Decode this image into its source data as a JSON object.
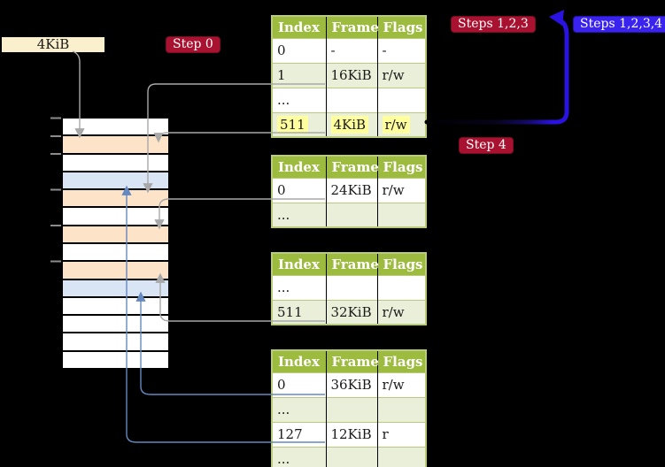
{
  "colors": {
    "background": "#000000",
    "table_header_bg": "#9cbb3f",
    "table_header_text": "#ffffff",
    "table_border_green": "#b9cc7d",
    "table_row_shaded": "#e9efd8",
    "table_row_white": "#ffffff",
    "highlight_yellow": "#ffff9e",
    "memory_page_table_row": "#fde3c8",
    "memory_mapped_page_row": "#d9e5f4",
    "memory_free_row": "#ffffff",
    "frame_label_bg": "#fbf0ce",
    "badge_red": "#a81230",
    "badge_blue": "#3a23ee",
    "recursive_arrow_blue": "#2a12e0",
    "connector_gray": "#a8a8a8",
    "connector_steel_blue": "#6488bf"
  },
  "labels": {
    "frame_size_box": "4KiB",
    "badges": [
      {
        "id": "step-0",
        "text": "Step 0",
        "color": "red"
      },
      {
        "id": "steps-123",
        "text": "Steps 1,2,3",
        "color": "red"
      },
      {
        "id": "steps-1234",
        "text": "Steps 1,2,3,4",
        "color": "blue"
      },
      {
        "id": "step-4",
        "text": "Step 4",
        "color": "red"
      }
    ]
  },
  "memory": {
    "rows": [
      {
        "kind": "free"
      },
      {
        "kind": "page_table"
      },
      {
        "kind": "free"
      },
      {
        "kind": "mapped_page"
      },
      {
        "kind": "page_table"
      },
      {
        "kind": "free"
      },
      {
        "kind": "page_table"
      },
      {
        "kind": "free"
      },
      {
        "kind": "page_table"
      },
      {
        "kind": "mapped_page"
      },
      {
        "kind": "free"
      },
      {
        "kind": "free"
      },
      {
        "kind": "free"
      },
      {
        "kind": "free"
      }
    ]
  },
  "tables": [
    {
      "name": "page-table-top",
      "headers": [
        "Index",
        "Frame",
        "Flags"
      ],
      "rows": [
        {
          "cells": [
            "0",
            "-",
            "-"
          ],
          "shaded": false,
          "highlight": false
        },
        {
          "cells": [
            "1",
            "16KiB",
            "r/w"
          ],
          "shaded": true,
          "highlight": false
        },
        {
          "cells": [
            "...",
            "",
            ""
          ],
          "shaded": false,
          "highlight": false
        },
        {
          "cells": [
            "511",
            "4KiB",
            "r/w"
          ],
          "shaded": true,
          "highlight": true
        }
      ]
    },
    {
      "name": "page-table-second",
      "headers": [
        "Index",
        "Frame",
        "Flags"
      ],
      "rows": [
        {
          "cells": [
            "0",
            "24KiB",
            "r/w"
          ],
          "shaded": false,
          "highlight": false
        },
        {
          "cells": [
            "...",
            "",
            ""
          ],
          "shaded": true,
          "highlight": false
        }
      ]
    },
    {
      "name": "page-table-third",
      "headers": [
        "Index",
        "Frame",
        "Flags"
      ],
      "rows": [
        {
          "cells": [
            "...",
            "",
            ""
          ],
          "shaded": false,
          "highlight": false
        },
        {
          "cells": [
            "511",
            "32KiB",
            "r/w"
          ],
          "shaded": true,
          "highlight": false
        }
      ]
    },
    {
      "name": "page-table-bottom",
      "headers": [
        "Index",
        "Frame",
        "Flags"
      ],
      "rows": [
        {
          "cells": [
            "0",
            "36KiB",
            "r/w"
          ],
          "shaded": false,
          "highlight": false
        },
        {
          "cells": [
            "...",
            "",
            ""
          ],
          "shaded": true,
          "highlight": false
        },
        {
          "cells": [
            "127",
            "12KiB",
            "r"
          ],
          "shaded": false,
          "highlight": false
        },
        {
          "cells": [
            "...",
            "",
            ""
          ],
          "shaded": true,
          "highlight": false
        }
      ]
    }
  ]
}
